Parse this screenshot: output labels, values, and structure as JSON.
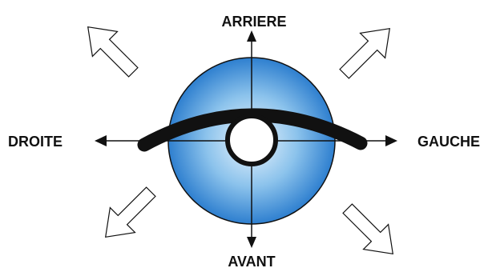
{
  "diagram": {
    "labels": {
      "top": "ARRIERE",
      "bottom": "AVANT",
      "left": "DROITE",
      "right": "GAUCHE"
    },
    "colors": {
      "disc_center": "#eef6fd",
      "disc_mid": "#8cc3ec",
      "disc_edge": "#2e7fcf",
      "outline": "#111111",
      "arc": "#111111",
      "hollow_arrow_fill": "#ffffff"
    }
  }
}
